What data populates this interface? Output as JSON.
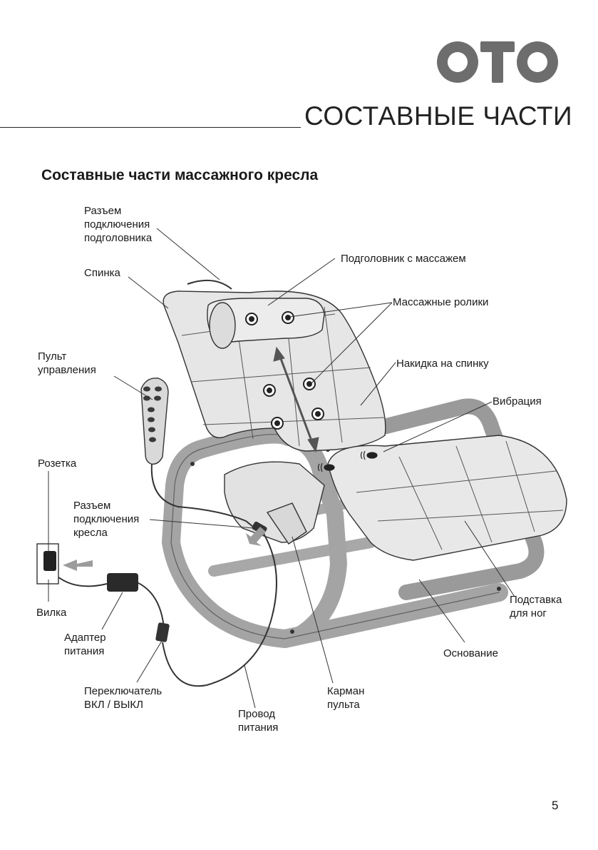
{
  "brand": {
    "logo_text": "OTO"
  },
  "header": {
    "title": "СОСТАВНЫЕ ЧАСТИ"
  },
  "section": {
    "title": "Составные части массажного кресла"
  },
  "labels": {
    "headrest_connector": "Разъем\nподключения\nподголовника",
    "backrest": "Спинка",
    "headrest_massage": "Подголовник с массажем",
    "massage_rollers": "Массажные ролики",
    "remote_control": "Пульт\nуправления",
    "back_cover": "Накидка на спинку",
    "vibration": "Вибрация",
    "socket": "Розетка",
    "chair_connector": "Разъем\nподключения\nкресла",
    "plug": "Вилка",
    "power_adapter": "Адаптер\nпитания",
    "on_off_switch": "Переключатель\nВКЛ / ВЫКЛ",
    "power_cord": "Провод\nпитания",
    "remote_pocket": "Карман\nпульта",
    "footrest": "Подставка\nдля ног",
    "base": "Основание"
  },
  "page": {
    "number": "5"
  }
}
